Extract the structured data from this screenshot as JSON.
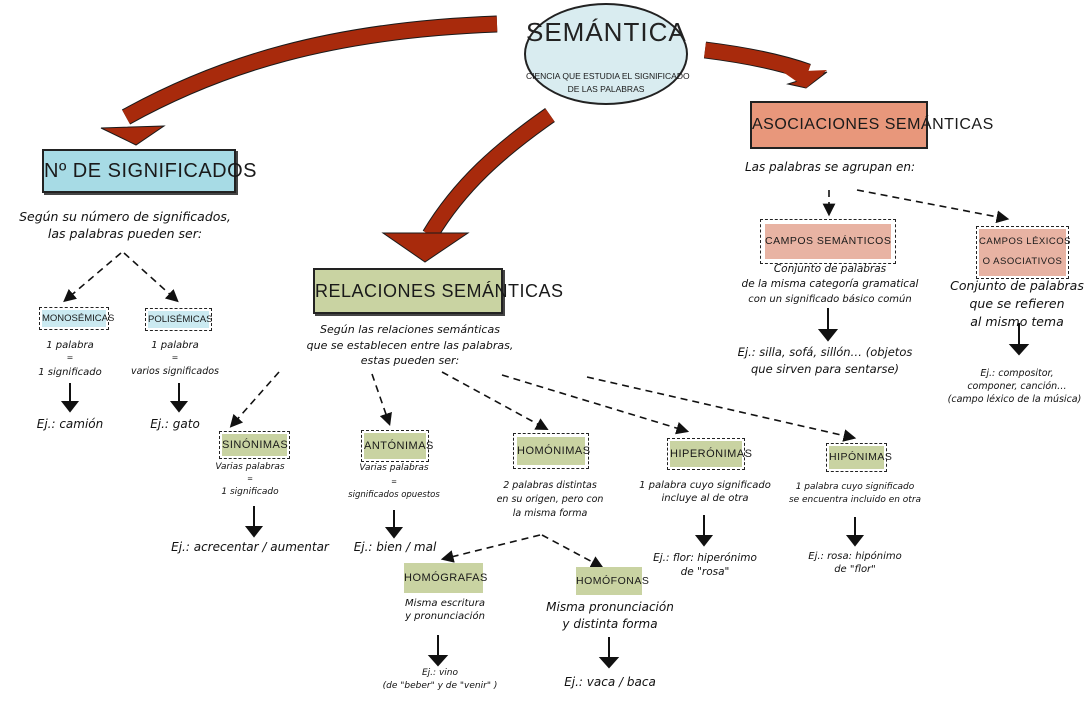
{
  "root": {
    "title": "SEMÁNTICA",
    "definition_line1": "CIENCIA QUE ESTUDIA EL SIGNIFICADO",
    "definition_line2": "DE LAS PALABRAS"
  },
  "colors": {
    "arrow_red": "#a82a0c",
    "blue_box": "#a7dbe5",
    "green_box": "#c9d3a2",
    "salmon_box": "#e8977b",
    "root_fill": "#d9ecf0"
  },
  "significados": {
    "title": "Nº DE SIGNIFICADOS",
    "intro_line1": "Según su número de significados,",
    "intro_line2": "las palabras pueden ser:",
    "types": [
      {
        "label": "MONOSÉMICAS",
        "desc1": "1 palabra",
        "eq": "=",
        "desc2": "1 significado",
        "example": "Ej.: camión"
      },
      {
        "label": "POLISÉMICAS",
        "desc1": "1 palabra",
        "eq": "=",
        "desc2": "varios significados",
        "example": "Ej.: gato"
      }
    ]
  },
  "relaciones": {
    "title": "RELACIONES SEMÁNTICAS",
    "intro_line1": "Según las relaciones semánticas",
    "intro_line2": "que se establecen entre las palabras,",
    "intro_line3": "estas pueden ser:",
    "types": [
      {
        "label": "SINÓNIMAS",
        "desc1": "Varias palabras",
        "eq": "=",
        "desc2": "1 significado",
        "example": "Ej.: acrecentar / aumentar"
      },
      {
        "label": "ANTÓNIMAS",
        "desc1": "Varias palabras",
        "eq": "=",
        "desc2": "significados opuestos",
        "example": "Ej.: bien / mal"
      },
      {
        "label": "HOMÓNIMAS",
        "desc1": "2 palabras distintas",
        "desc2": "en su origen, pero con",
        "desc3": "la misma forma"
      },
      {
        "label": "HIPERÓNIMAS",
        "desc1": "1 palabra cuyo significado",
        "desc2": "incluye al de otra",
        "example1": "Ej.: flor: hiperónimo",
        "example2": "de \"rosa\""
      },
      {
        "label": "HIPÓNIMAS",
        "desc1": "1 palabra cuyo significado",
        "desc2": "se encuentra incluido en otra",
        "example1": "Ej.: rosa: hipónimo",
        "example2": "de \"flor\""
      }
    ],
    "homonimas_sub": [
      {
        "label": "HOMÓGRAFAS",
        "desc1": "Misma escritura",
        "desc2": "y pronunciación",
        "example1": "Ej.: vino",
        "example2": "(de \"beber\" y de \"venir\" )"
      },
      {
        "label": "HOMÓFONAS",
        "desc1": "Misma pronunciación",
        "desc2": "y distinta forma",
        "example1": "Ej.: vaca / baca"
      }
    ]
  },
  "asociaciones": {
    "title": "ASOCIACIONES SEMÁNTICAS",
    "intro": "Las palabras se agrupan en:",
    "types": [
      {
        "label": "CAMPOS SEMÁNTICOS",
        "desc1": "Conjunto de palabras",
        "desc2": "de la misma categoría gramatical",
        "desc3": "con un significado básico común",
        "example1": "Ej.: silla, sofá, sillón… (objetos",
        "example2": "que sirven para sentarse)"
      },
      {
        "label1": "CAMPOS LÉXICOS",
        "label2": "O ASOCIATIVOS",
        "desc1": "Conjunto de palabras",
        "desc2": "que se refieren",
        "desc3": "al mismo tema",
        "example1": "Ej.: compositor,",
        "example2": "componer, canción…",
        "example3": "(campo léxico de la música)"
      }
    ]
  }
}
